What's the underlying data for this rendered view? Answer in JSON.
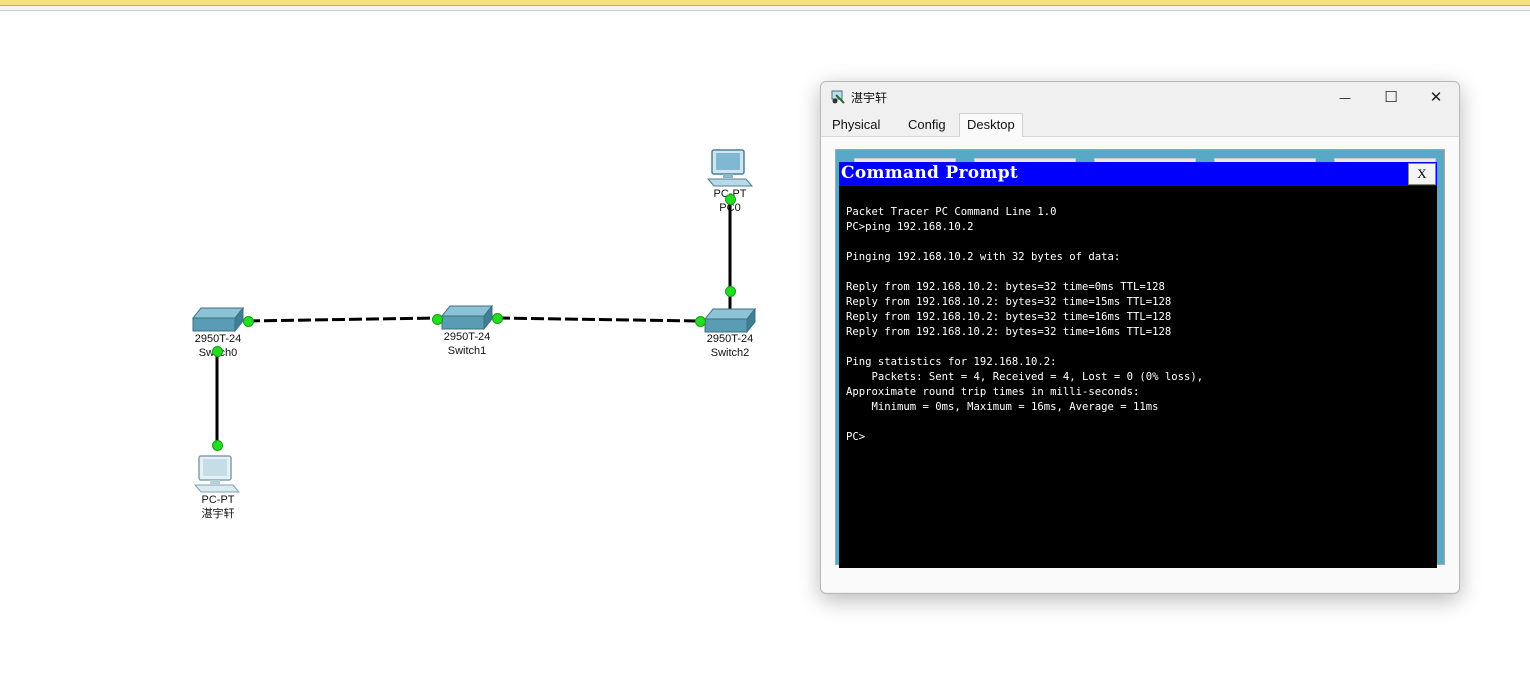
{
  "topology": {
    "devices": [
      {
        "model": "PC-PT",
        "name": "PC0"
      },
      {
        "model": "2950T-24",
        "name": "Switch0"
      },
      {
        "model": "2950T-24",
        "name": "Switch1"
      },
      {
        "model": "2950T-24",
        "name": "Switch2"
      },
      {
        "model": "PC-PT",
        "name": "湛宇轩"
      }
    ]
  },
  "window": {
    "title": "湛宇轩",
    "minimize_glyph": "—",
    "maximize_glyph": "☐",
    "close_glyph": "✕",
    "tabs": [
      {
        "label": "Physical",
        "active": false
      },
      {
        "label": "Config",
        "active": false
      },
      {
        "label": "Desktop",
        "active": true
      }
    ]
  },
  "command_prompt": {
    "title": "Command Prompt",
    "close_label": "X",
    "lines": [
      "Packet Tracer PC Command Line 1.0",
      "PC>ping 192.168.10.2",
      "",
      "Pinging 192.168.10.2 with 32 bytes of data:",
      "",
      "Reply from 192.168.10.2: bytes=32 time=0ms TTL=128",
      "Reply from 192.168.10.2: bytes=32 time=15ms TTL=128",
      "Reply from 192.168.10.2: bytes=32 time=16ms TTL=128",
      "Reply from 192.168.10.2: bytes=32 time=16ms TTL=128",
      "",
      "Ping statistics for 192.168.10.2:",
      "    Packets: Sent = 4, Received = 4, Lost = 0 (0% loss),",
      "Approximate round trip times in milli-seconds:",
      "    Minimum = 0ms, Maximum = 16ms, Average = 11ms",
      "",
      "PC>"
    ]
  },
  "colors": {
    "link_up_dot": "#22dd22",
    "cp_titlebar": "#0000ff",
    "desktop_bg": "#58a9c6",
    "terminal_bg": "#000000"
  }
}
